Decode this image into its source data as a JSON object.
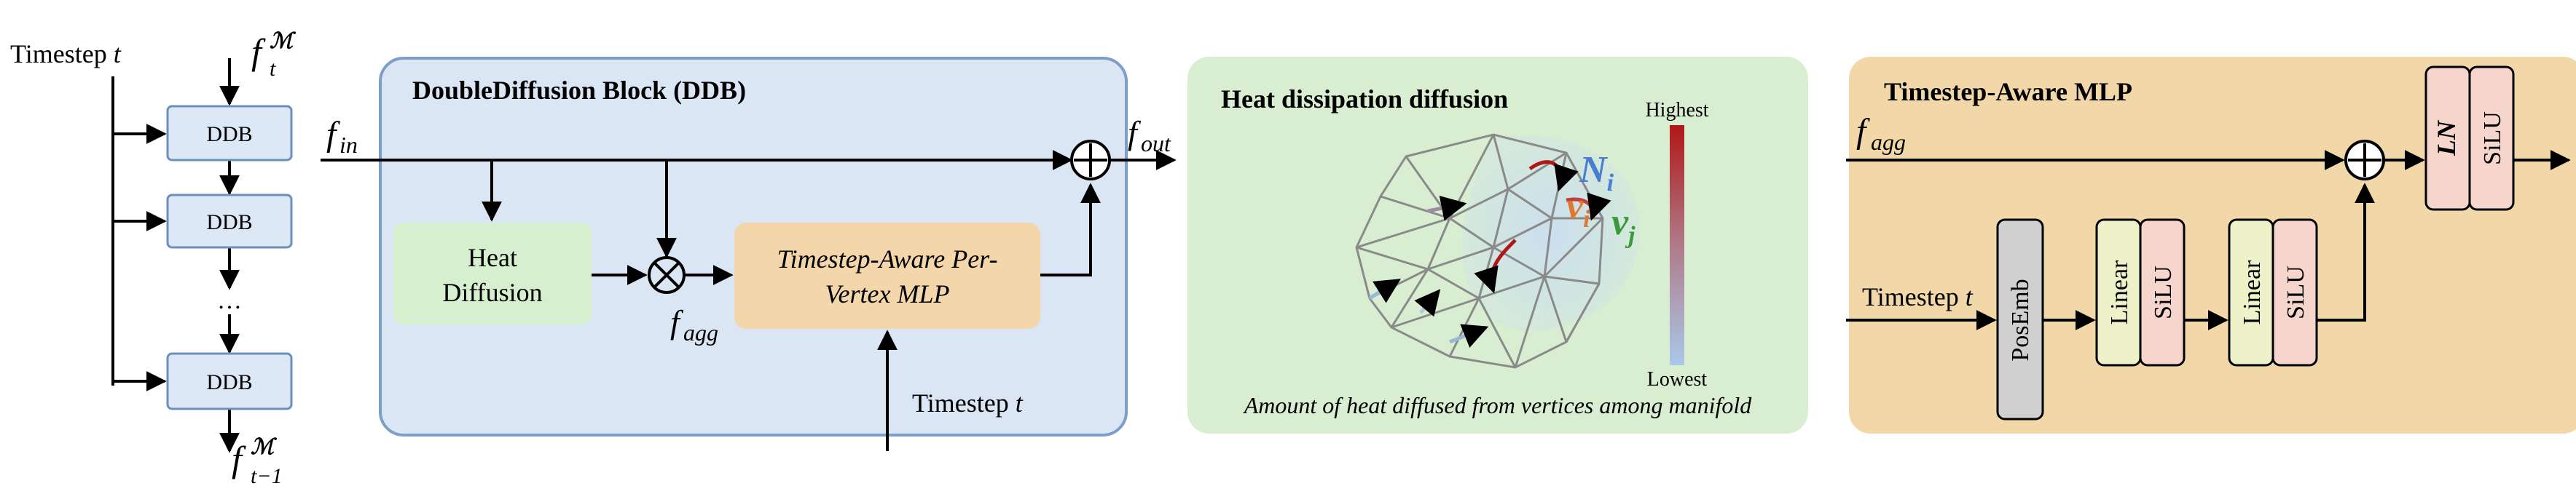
{
  "stack": {
    "timestep_label": "Timestep",
    "t_symbol": "t",
    "f_symbol": "f",
    "f_top_sub": "t",
    "f_sup": "ℳ",
    "f_bottom_sub": "t−1",
    "block_label": "DDB",
    "ellipsis": "…"
  },
  "ddb": {
    "title": "DoubleDiffusion Block (DDB)",
    "f_in_sub": "in",
    "f_out_sub": "out",
    "f_agg_sub": "agg",
    "heat_line1": "Heat",
    "heat_line2": "Diffusion",
    "mlp_line1": "Timestep-Aware Per-",
    "mlp_line2": "Vertex MLP",
    "timestep_label": "Timestep",
    "t_symbol": "t"
  },
  "heat": {
    "title": "Heat dissipation diffusion",
    "legend_high": "Highest",
    "legend_low": "Lowest",
    "N_symbol": "N",
    "N_sub": "i",
    "vi_symbol": "v",
    "vi_sub": "i",
    "vj_symbol": "v",
    "vj_sub": "j",
    "caption": "Amount of heat diffused from vertices among manifold"
  },
  "tmlp": {
    "title": "Timestep-Aware MLP",
    "f_agg_sub": "agg",
    "timestep_label": "Timestep",
    "t_symbol": "t",
    "posemb": "PosEmb",
    "linear": "Linear",
    "silu": "SiLU",
    "ln": "LN"
  },
  "colors": {
    "ddb_panel": "#dbe6f4",
    "heat_panel": "#d9eed1",
    "tmlp_panel": "#f2d7a8",
    "stack_box": "#dce8f6",
    "heat_box": "#d6efcf",
    "mlp_box": "#f3d7aa",
    "posemb": "#d0d0d0",
    "linear": "#eef2c9",
    "silu": "#f5d5cc",
    "legend_high": "#b01818",
    "legend_low": "#aac9e8",
    "N_color": "#4a7fd0",
    "vi_color": "#e07830",
    "vj_color": "#3a9a3a"
  }
}
